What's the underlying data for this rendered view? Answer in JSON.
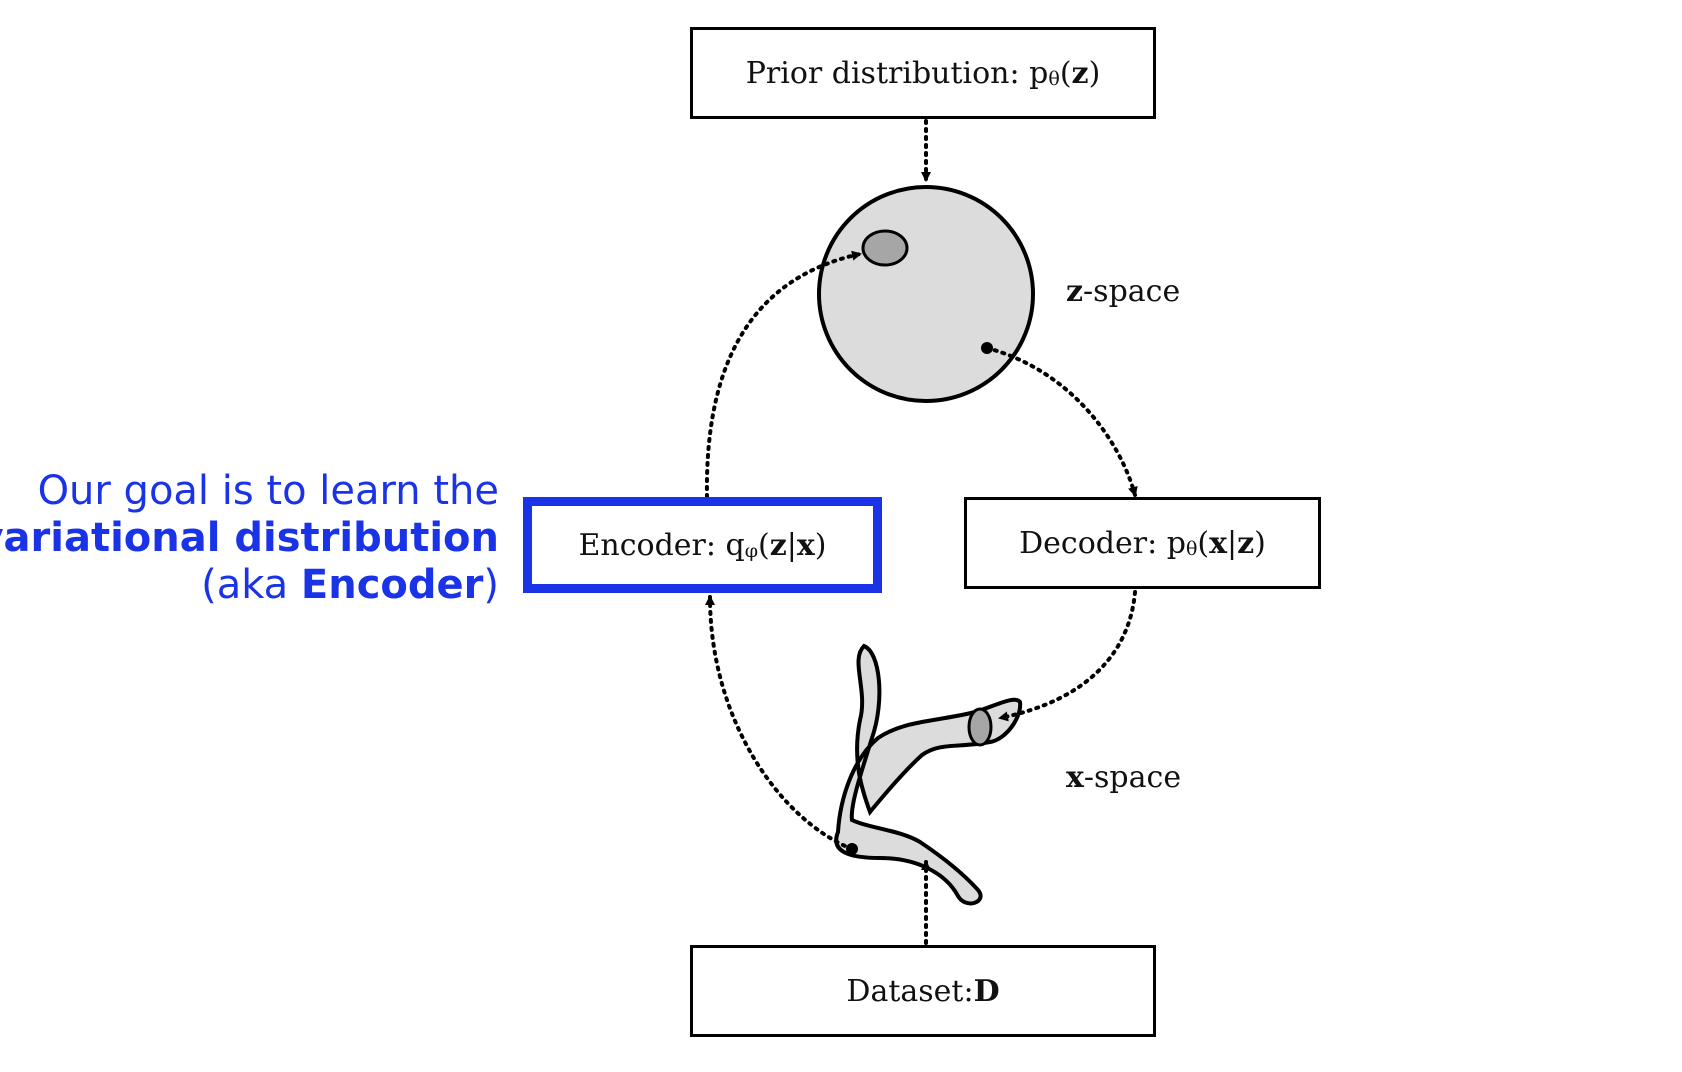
{
  "annotation": {
    "line1": "Our goal is to learn the",
    "line2": "variational distribution",
    "line3_pre": "(aka ",
    "line3_bold": "Encoder",
    "line3_post": ")"
  },
  "prior_box": {
    "text": "Prior distribution: p",
    "sub": "θ",
    "arg_open": "(",
    "arg": "z",
    "arg_close": ")"
  },
  "encoder_box": {
    "text": "Encoder: q",
    "sub": "φ",
    "arg_open": "(",
    "arg1": "z",
    "sep": "|",
    "arg2": "x",
    "arg_close": ")"
  },
  "decoder_box": {
    "text": "Decoder: p",
    "sub": "θ",
    "arg_open": "(",
    "arg1": "x",
    "sep": "|",
    "arg2": "z",
    "arg_close": ")"
  },
  "dataset_box": {
    "text": "Dataset: ",
    "arg": "D"
  },
  "z_space": {
    "bold": "z",
    "text": "-space"
  },
  "x_space": {
    "bold": "x",
    "text": "-space"
  },
  "colors": {
    "accent": "#1a33e6",
    "shape_fill": "#dcdcdc",
    "blob_fill": "#a6a6a6"
  }
}
